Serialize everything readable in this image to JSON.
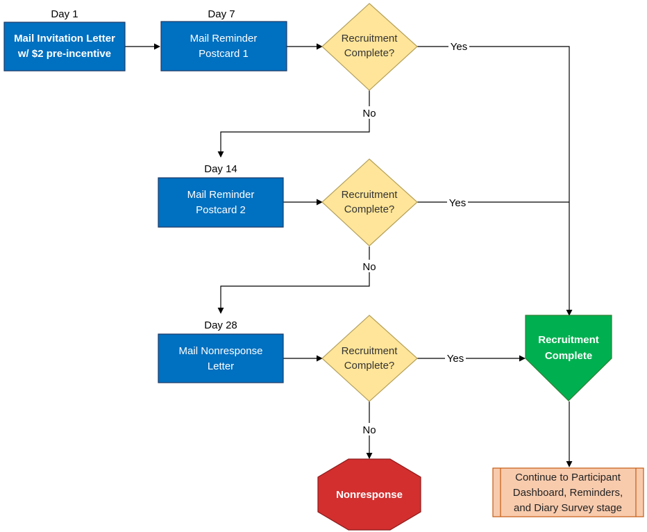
{
  "colors": {
    "blue_box": "#0070c0",
    "blue_border": "#203864",
    "decision_fill": "#ffe599",
    "decision_border": "#b4a05a",
    "complete_fill": "#00b050",
    "complete_border": "#2e7d32",
    "nonresponse_fill": "#d32f2f",
    "nonresponse_border": "#8b1a1a",
    "continue_fill": "#f8cbad",
    "continue_border": "#c55a11",
    "line": "#000000"
  },
  "day_labels": {
    "day1": "Day 1",
    "day7": "Day 7",
    "day14": "Day 14",
    "day28": "Day 28"
  },
  "steps": {
    "invitation": {
      "line1": "Mail Invitation Letter",
      "line2": "w/ $2 pre-incentive"
    },
    "reminder1": {
      "line1": "Mail Reminder",
      "line2": "Postcard 1"
    },
    "reminder2": {
      "line1": "Mail Reminder",
      "line2": "Postcard 2"
    },
    "nonresponse_letter": {
      "line1": "Mail Nonresponse",
      "line2": "Letter"
    }
  },
  "decisions": {
    "d1": {
      "line1": "Recruitment",
      "line2": "Complete?"
    },
    "d2": {
      "line1": "Recruitment",
      "line2": "Complete?"
    },
    "d3": {
      "line1": "Recruitment",
      "line2": "Complete?"
    }
  },
  "edge_labels": {
    "yes1": "Yes",
    "yes2": "Yes",
    "yes3": "Yes",
    "no1": "No",
    "no2": "No",
    "no3": "No"
  },
  "terminals": {
    "recruitment_complete": {
      "line1": "Recruitment",
      "line2": "Complete"
    },
    "nonresponse": "Nonresponse",
    "continue": {
      "line1": "Continue to Participant",
      "line2": "Dashboard, Reminders,",
      "line3": "and Diary Survey stage"
    }
  }
}
